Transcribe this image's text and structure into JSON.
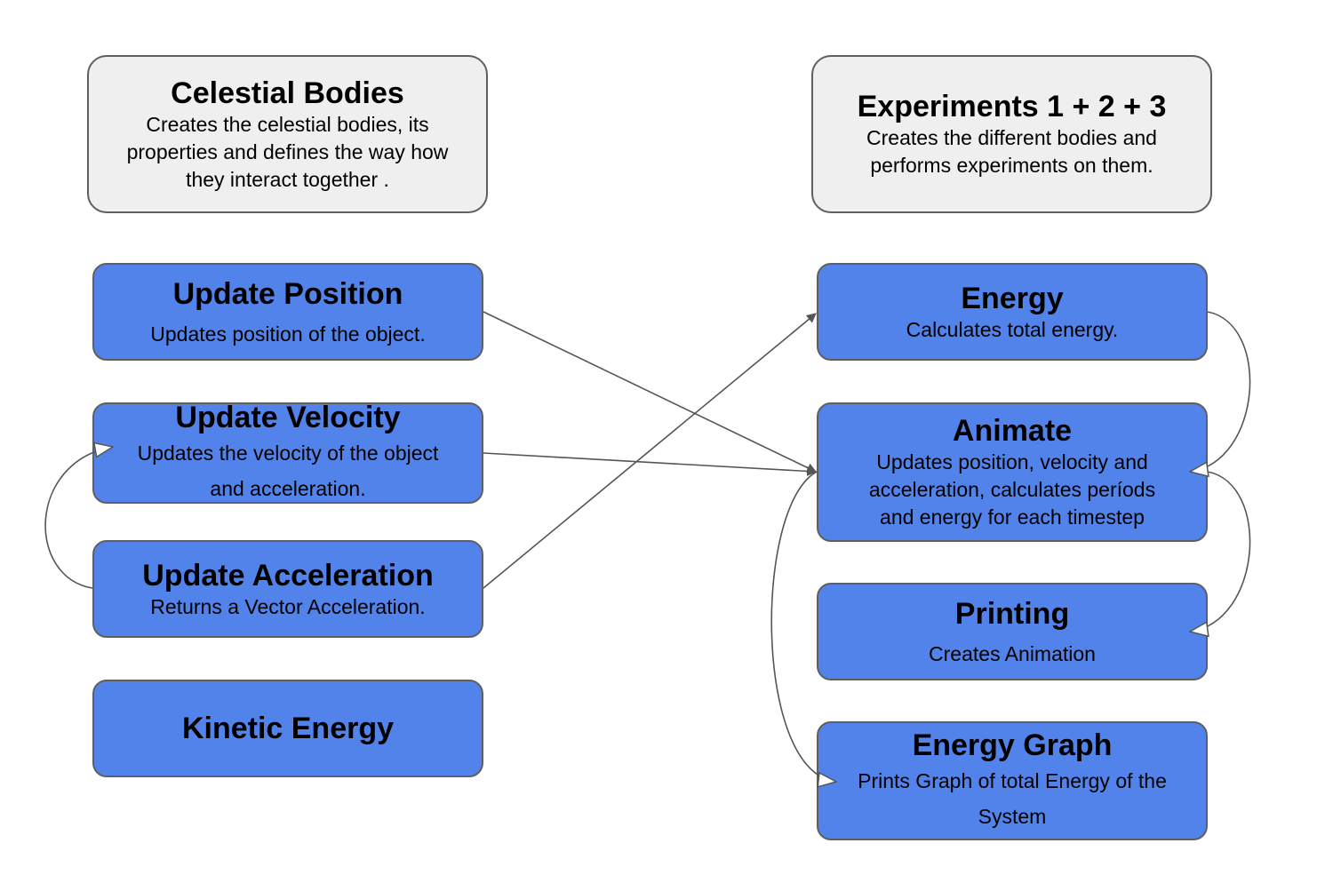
{
  "left_header": {
    "title": "Celestial Bodies",
    "desc_lines": [
      "Creates the celestial bodies, its",
      "properties and defines the way how",
      "they interact together ."
    ]
  },
  "right_header": {
    "title": "Experiments 1 + 2 + 3",
    "desc_lines": [
      "Creates the different bodies and",
      "performs experiments on them."
    ]
  },
  "left_nodes": {
    "update_position": {
      "title": "Update Position",
      "desc_lines": [
        "Updates position of the object."
      ]
    },
    "update_velocity": {
      "title": "Update Velocity",
      "desc_lines": [
        "Updates the velocity of the object",
        "and acceleration."
      ]
    },
    "update_acceleration": {
      "title": "Update Acceleration",
      "desc_lines": [
        "Returns a Vector Acceleration."
      ]
    },
    "kinetic_energy": {
      "title": "Kinetic Energy"
    }
  },
  "right_nodes": {
    "energy": {
      "title": "Energy",
      "desc_lines": [
        "Calculates total energy."
      ]
    },
    "animate": {
      "title": "Animate",
      "desc_lines": [
        "Updates position, velocity and",
        "acceleration, calculates períods",
        "and energy for each timestep"
      ]
    },
    "printing": {
      "title": "Printing",
      "desc_lines": [
        "Creates Animation"
      ]
    },
    "energy_graph": {
      "title": "Energy Graph",
      "desc_lines": [
        "Prints Graph of total Energy of the",
        "System"
      ]
    }
  },
  "colors": {
    "function_fill": "#5283ea",
    "header_fill": "#efefef",
    "border": "#5f5f5f",
    "connector": "#555555"
  }
}
